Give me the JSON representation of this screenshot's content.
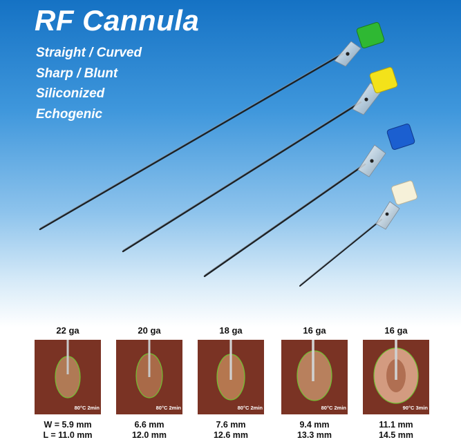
{
  "title": "RF Cannula",
  "features": [
    "Straight / Curved",
    "Sharp / Blunt",
    "Siliconized",
    "Echogenic"
  ],
  "colors": {
    "background_top": "#1572c4",
    "hub_green": "#2fb833",
    "hub_yellow": "#f3e21a",
    "hub_blue": "#1b5fd0",
    "hub_white": "#f6f1d9",
    "tissue": "#7a3324",
    "lesion_outline": "#6fc030"
  },
  "cannulas": [
    {
      "hub_color": "green"
    },
    {
      "hub_color": "yellow"
    },
    {
      "hub_color": "blue"
    },
    {
      "hub_color": "white"
    }
  ],
  "samples": [
    {
      "gauge": "22 ga",
      "temp": "80°C 2min",
      "m1": "W = 5.9 mm",
      "m2": "L =  11.0 mm"
    },
    {
      "gauge": "20 ga",
      "temp": "80°C 2min",
      "m1": "6.6 mm",
      "m2": "12.0 mm"
    },
    {
      "gauge": "18 ga",
      "temp": "80°C 2min",
      "m1": "7.6 mm",
      "m2": "12.6 mm"
    },
    {
      "gauge": "16 ga",
      "temp": "80°C 2min",
      "m1": "9.4 mm",
      "m2": "13.3 mm"
    },
    {
      "gauge": "16 ga",
      "temp": "90°C 3min",
      "m1": "11.1 mm",
      "m2": "14.5 mm"
    }
  ]
}
